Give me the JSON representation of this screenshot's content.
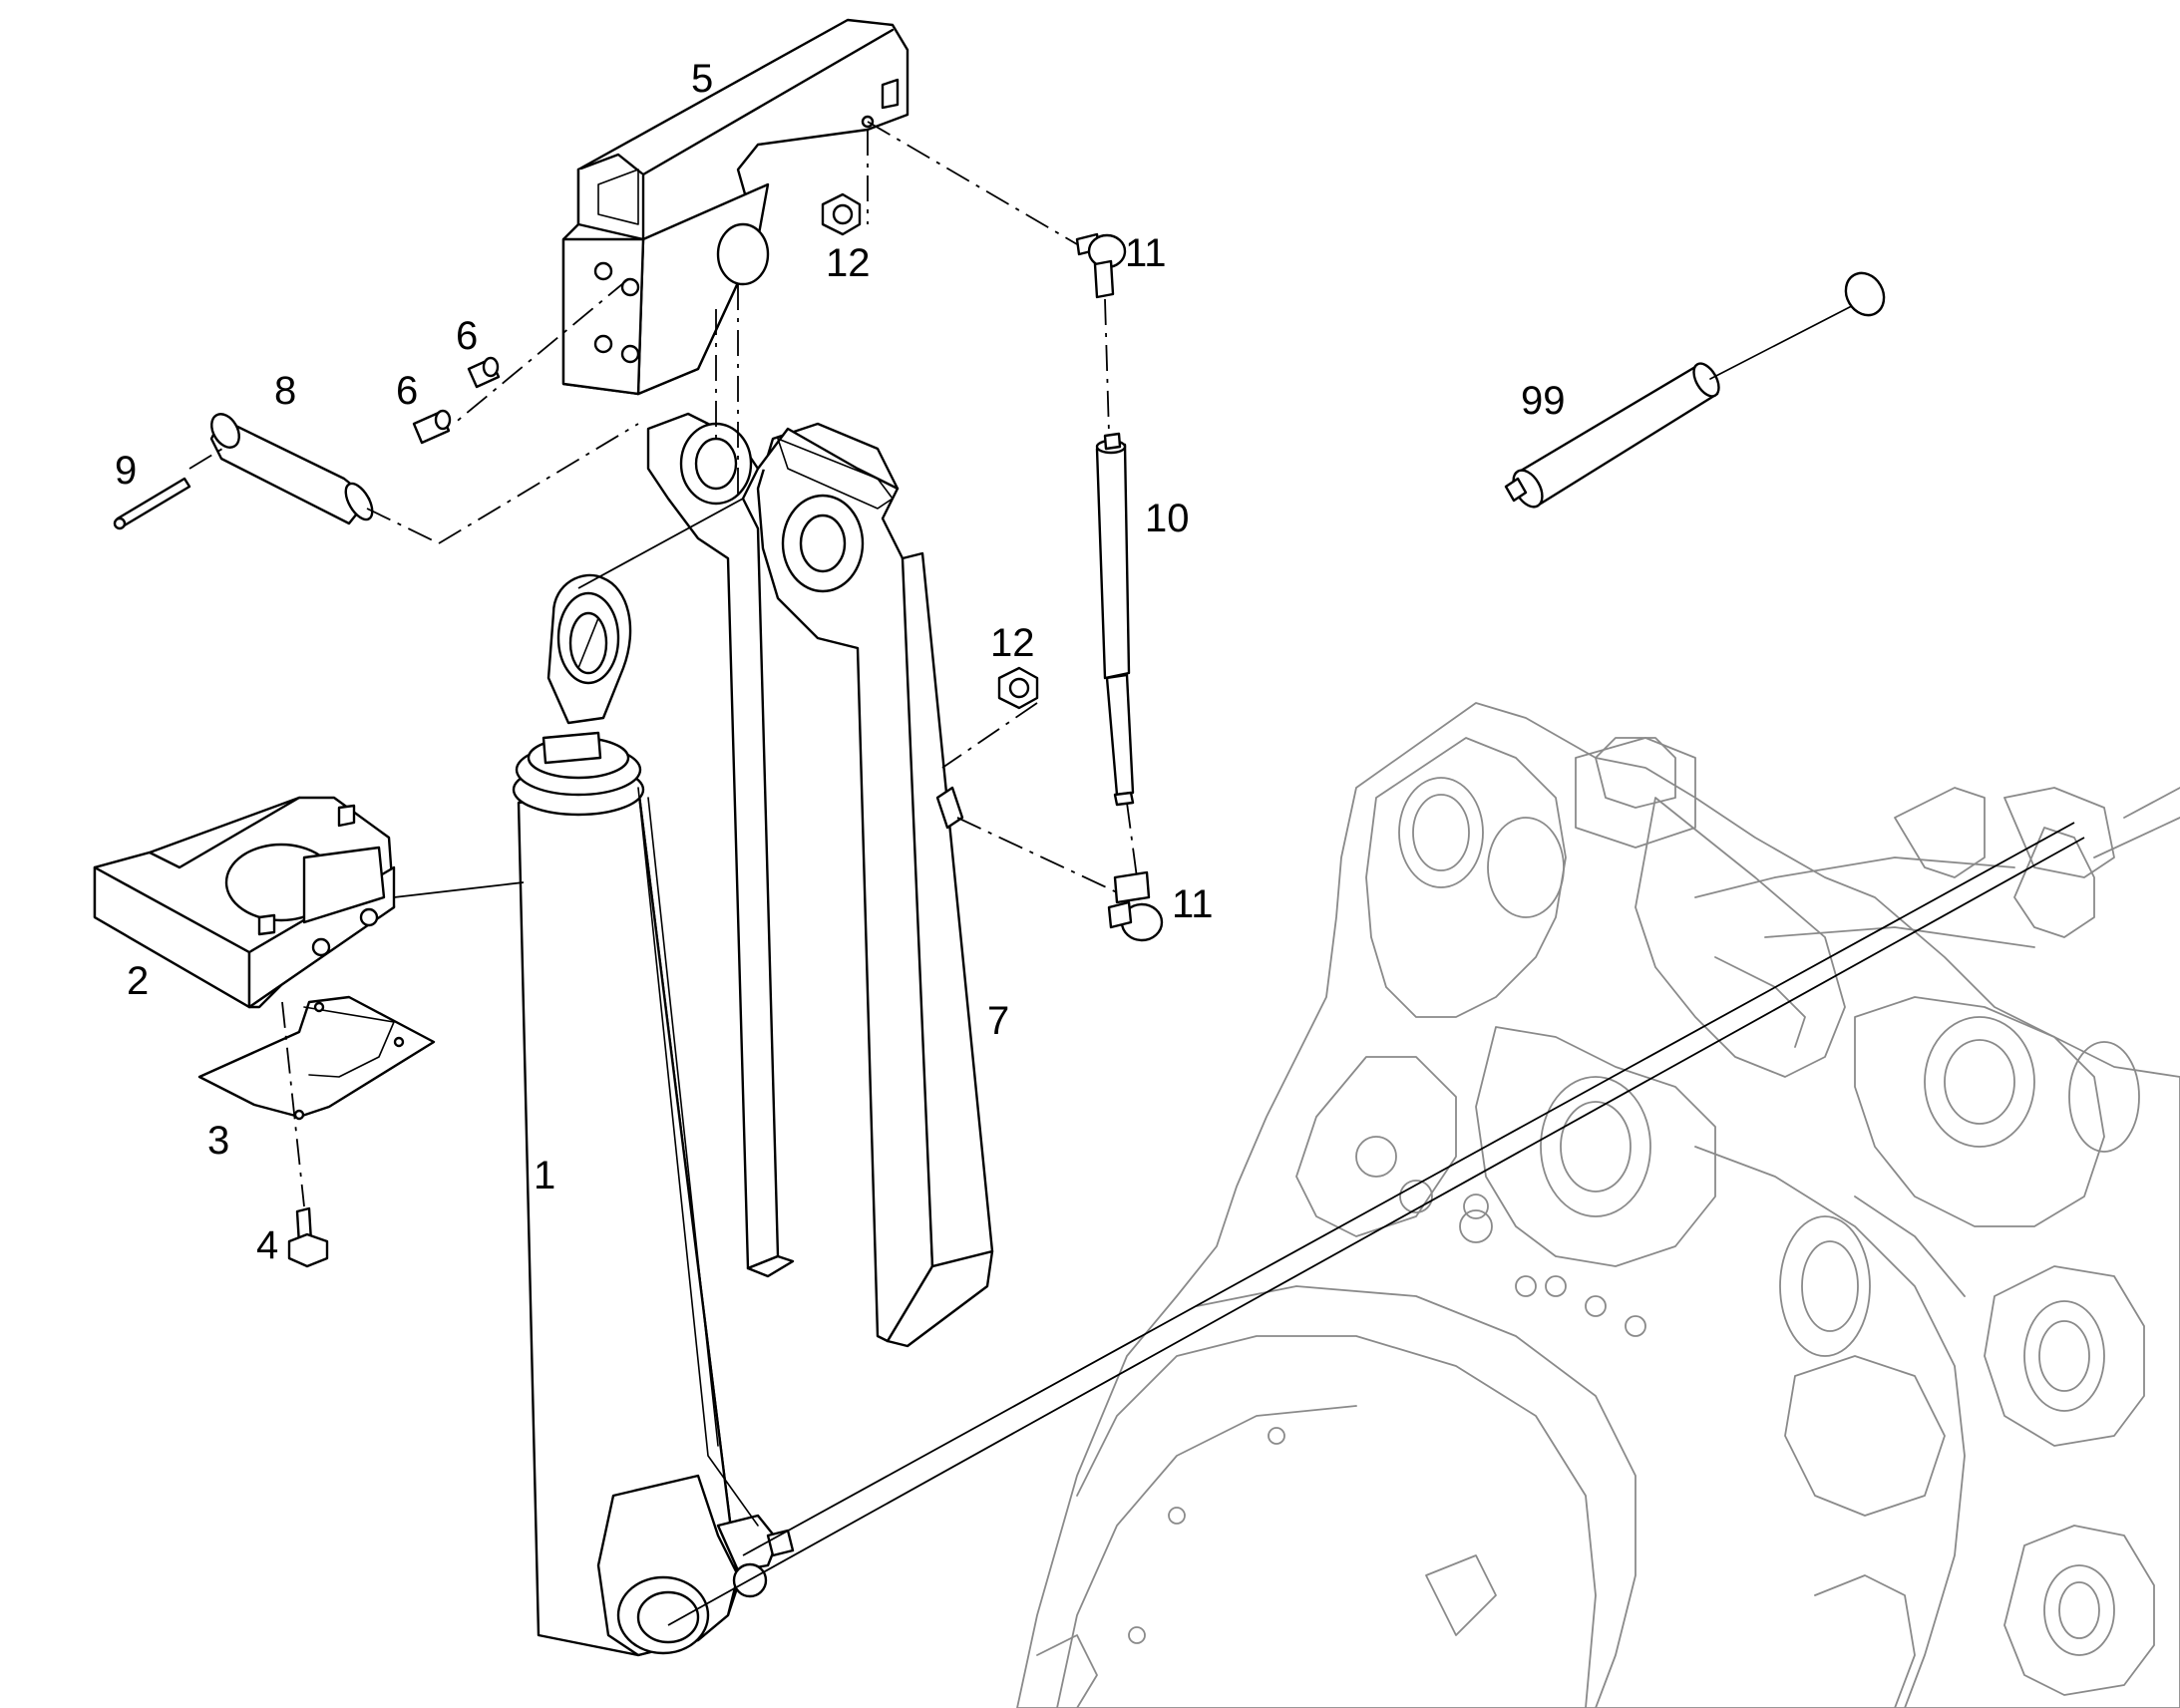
{
  "callouts": [
    {
      "id": "1",
      "label": "1"
    },
    {
      "id": "2",
      "label": "2"
    },
    {
      "id": "3",
      "label": "3"
    },
    {
      "id": "4",
      "label": "4"
    },
    {
      "id": "5",
      "label": "5"
    },
    {
      "id": "6a",
      "label": "6"
    },
    {
      "id": "6b",
      "label": "6"
    },
    {
      "id": "7",
      "label": "7"
    },
    {
      "id": "8",
      "label": "8"
    },
    {
      "id": "9",
      "label": "9"
    },
    {
      "id": "10",
      "label": "10"
    },
    {
      "id": "11a",
      "label": "11"
    },
    {
      "id": "11b",
      "label": "11"
    },
    {
      "id": "12a",
      "label": "12"
    },
    {
      "id": "12b",
      "label": "12"
    },
    {
      "id": "99",
      "label": "99"
    }
  ],
  "colors": {
    "line": "#000000",
    "background_frame": "#8a8a8a",
    "paper": "#ffffff"
  }
}
